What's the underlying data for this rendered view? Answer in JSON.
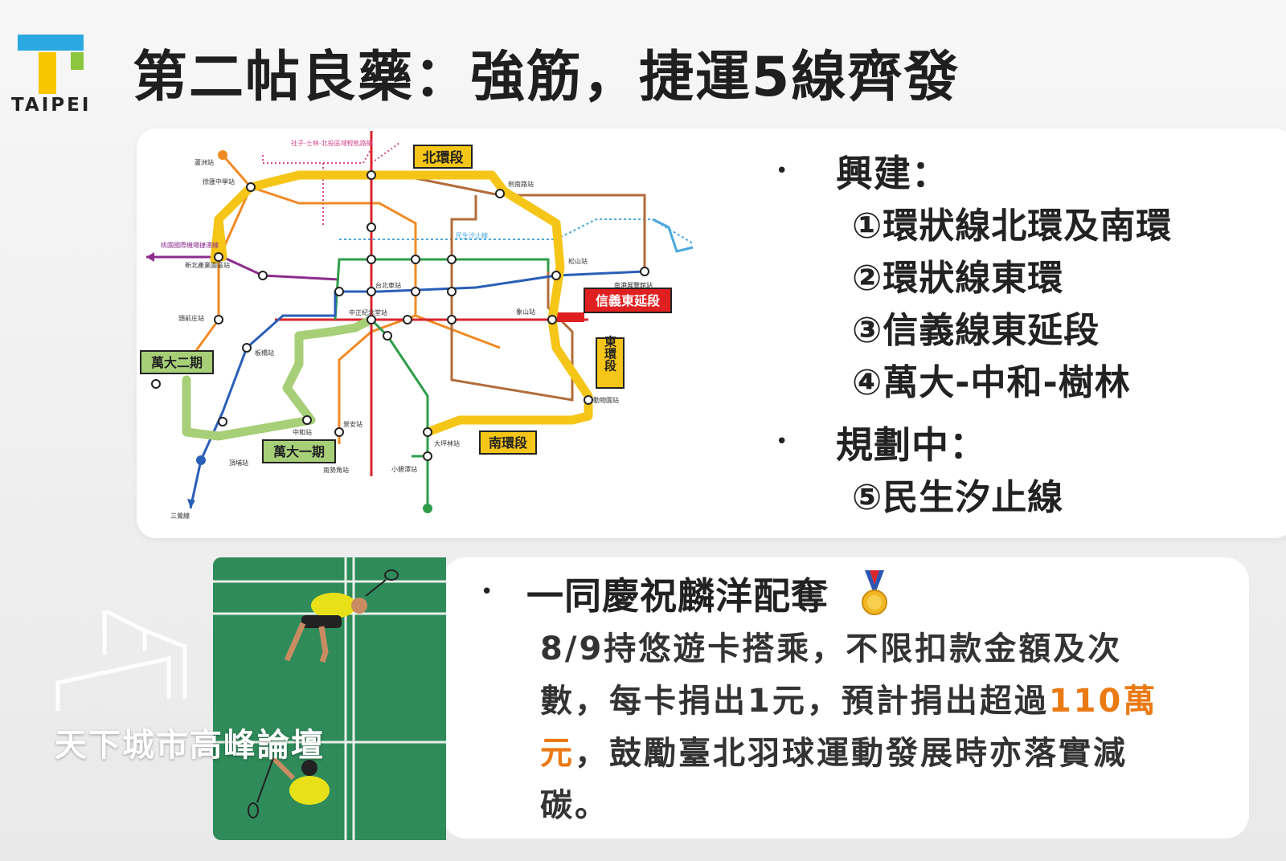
{
  "logo": {
    "label": "TAIPEI"
  },
  "title": "第二帖良藥：強筋，捷運5線齊發",
  "map": {
    "segments": {
      "north": "北環段",
      "south": "南環段",
      "east": "東環段",
      "xinyi_east": "信義東延段",
      "wanda1": "萬大一期",
      "wanda2": "萬大二期"
    },
    "stations": [
      "蘆洲站",
      "徐匯中學站",
      "新北產業園區站",
      "頭前庄站",
      "板橋站",
      "景安站",
      "中和站",
      "南勢角站",
      "大坪林站",
      "小碧潭站",
      "動物園站",
      "象山站",
      "台北車站",
      "中正紀念堂站",
      "松山站",
      "南港展覽館站",
      "劍南路站",
      "頂埔站",
      "三鶯線",
      "民生汐止線",
      "社子-士林-北投區域輕軌路網",
      "桃園國際機場捷運線"
    ],
    "colors": {
      "circular": "#f5c518",
      "wanda": "#a7cf78",
      "bannan": "#2a5fb8",
      "tamsui": "#d8262e",
      "green": "#2e9e4a",
      "brown": "#b26c3a",
      "orange": "#f08a24",
      "airport": "#8c2c8e",
      "minsheng": "#4aa8de"
    }
  },
  "build": {
    "heading": "興建：",
    "items": [
      "①環狀線北環及南環",
      "②環狀線東環",
      "③信義線東延段",
      "④萬大-中和-樹林"
    ]
  },
  "planning": {
    "heading": "規劃中：",
    "items": [
      "⑤民生汐止線"
    ]
  },
  "celebration": {
    "heading": "一同慶祝麟洋配奪",
    "para_a": "8/9持悠遊卡搭乘，不限扣款金額及次數，每卡捐出1元，預計捐出超過",
    "para_highlight": "110萬元",
    "para_b": "，鼓勵臺北羽球運動發展時亦落實減碳。"
  },
  "forum": {
    "label": "天下城市高峰論壇"
  }
}
